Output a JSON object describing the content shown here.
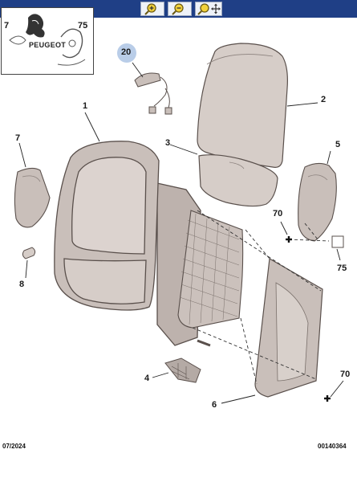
{
  "toolbar": {
    "zoom_in_icon": "magnifier-plus-icon",
    "zoom_out_icon": "magnifier-minus-icon",
    "pan_icon": "magnifier-move-icon"
  },
  "logo": {
    "brand": "PEUGEOT",
    "left_ref": "7",
    "right_ref": "75"
  },
  "callouts": {
    "c20": "20",
    "c1": "1",
    "c2": "2",
    "c3": "3",
    "c7": "7",
    "c5": "5",
    "c70a": "70",
    "c8": "8",
    "c75": "75",
    "c4": "4",
    "c6": "6",
    "c70b": "70"
  },
  "footer": {
    "date": "07/2024",
    "ref": "00140364"
  },
  "colors": {
    "header": "#1f3f86",
    "highlight_badge": "#b9cde8",
    "part_fill": "#c9bfba",
    "part_stroke": "#5a504c"
  }
}
